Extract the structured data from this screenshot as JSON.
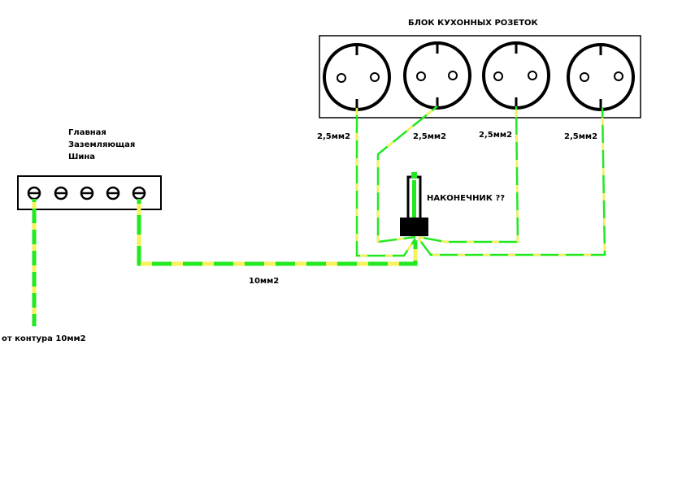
{
  "labels": {
    "socket_block_title": "БЛОК КУХОННЫХ РОЗЕТОК",
    "main_bus_line1": "Главная",
    "main_bus_line2": "Заземляющая",
    "main_bus_line3": "Шина",
    "socket_wire_1": "2,5мм2",
    "socket_wire_2": "2,5мм2",
    "socket_wire_3": "2,5мм2",
    "socket_wire_4": "2,5мм2",
    "terminal_lug": "НАКОНЕЧНИК ??",
    "bus_to_lug_wire": "10мм2",
    "from_ground_loop": "от контура  10мм2"
  },
  "colors": {
    "wire_green": "#22e822",
    "wire_yellow": "#f5f25a",
    "outline": "#000000",
    "background": "#ffffff"
  },
  "bus": {
    "terminal_count": 5
  },
  "sockets": {
    "count": 4
  }
}
